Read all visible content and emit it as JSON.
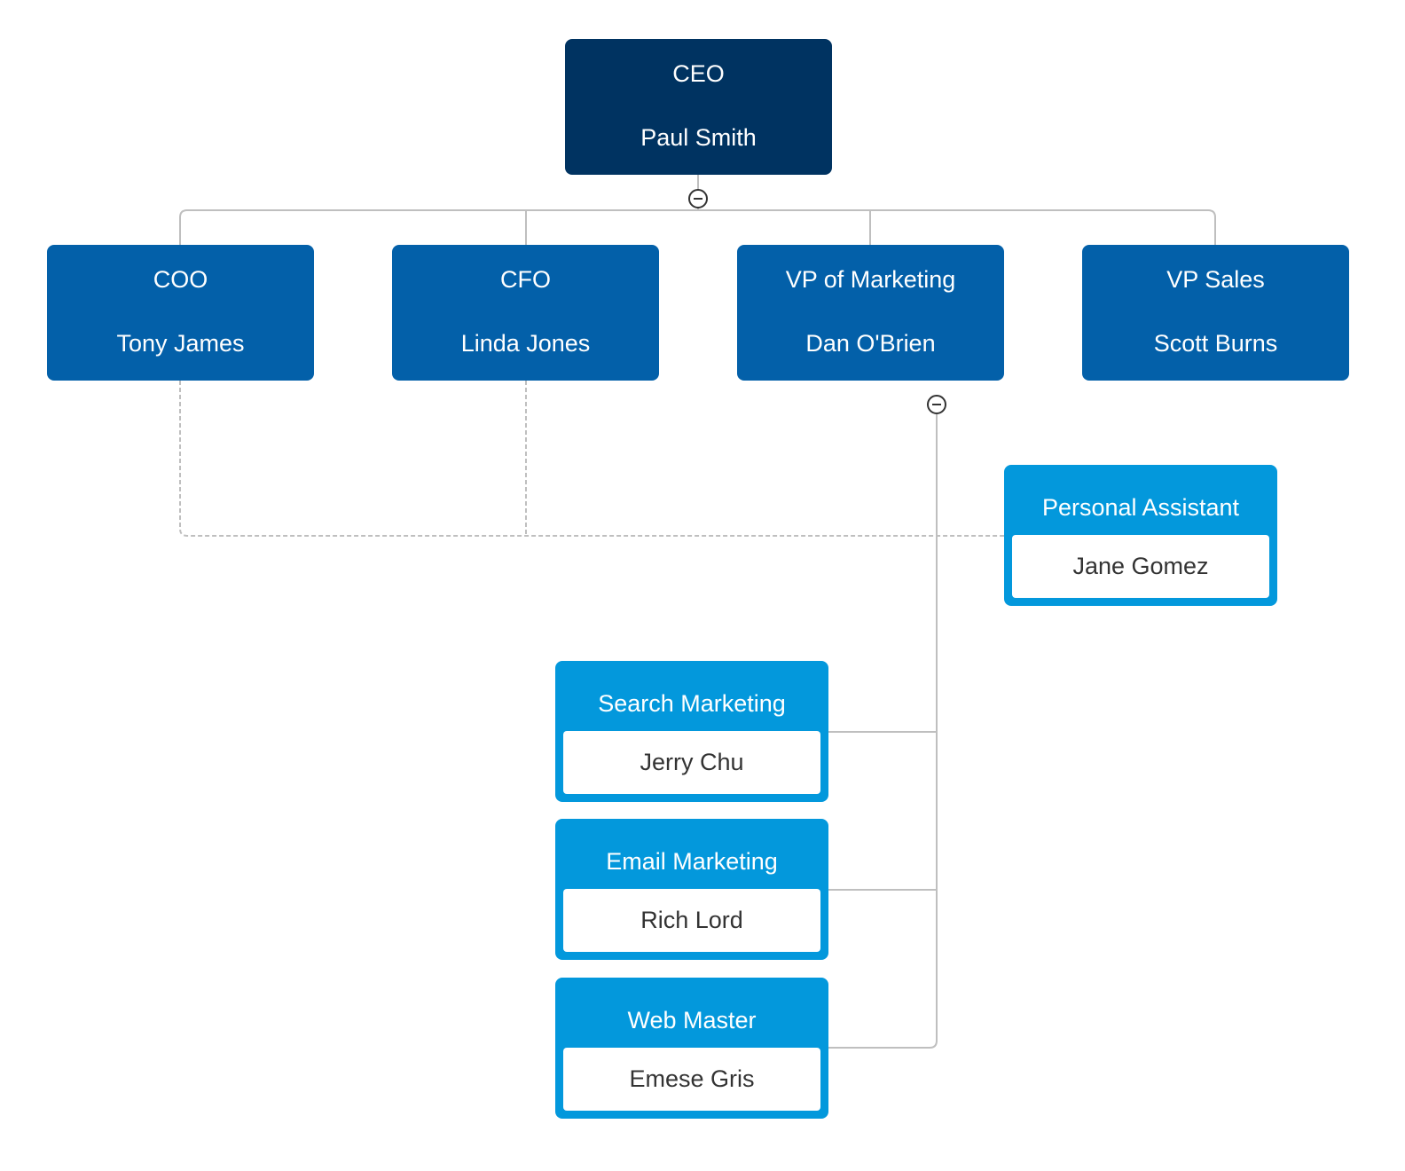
{
  "colors": {
    "executive": "#003361",
    "department_head": "#0360a9",
    "staff": "#0398dc",
    "connector": "#bfbfbf"
  },
  "ceo": {
    "title": "CEO",
    "name": "Paul Smith"
  },
  "coo": {
    "title": "COO",
    "name": "Tony James"
  },
  "cfo": {
    "title": "CFO",
    "name": "Linda Jones"
  },
  "vp_marketing": {
    "title": "VP of Marketing",
    "name": "Dan O'Brien"
  },
  "vp_sales": {
    "title": "VP Sales",
    "name": "Scott Burns"
  },
  "assistant": {
    "title": "Personal Assistant",
    "name": "Jane Gomez"
  },
  "search_marketing": {
    "title": "Search Marketing",
    "name": "Jerry Chu"
  },
  "email_marketing": {
    "title": "Email Marketing",
    "name": "Rich Lord"
  },
  "web_master": {
    "title": "Web Master",
    "name": "Emese Gris"
  }
}
